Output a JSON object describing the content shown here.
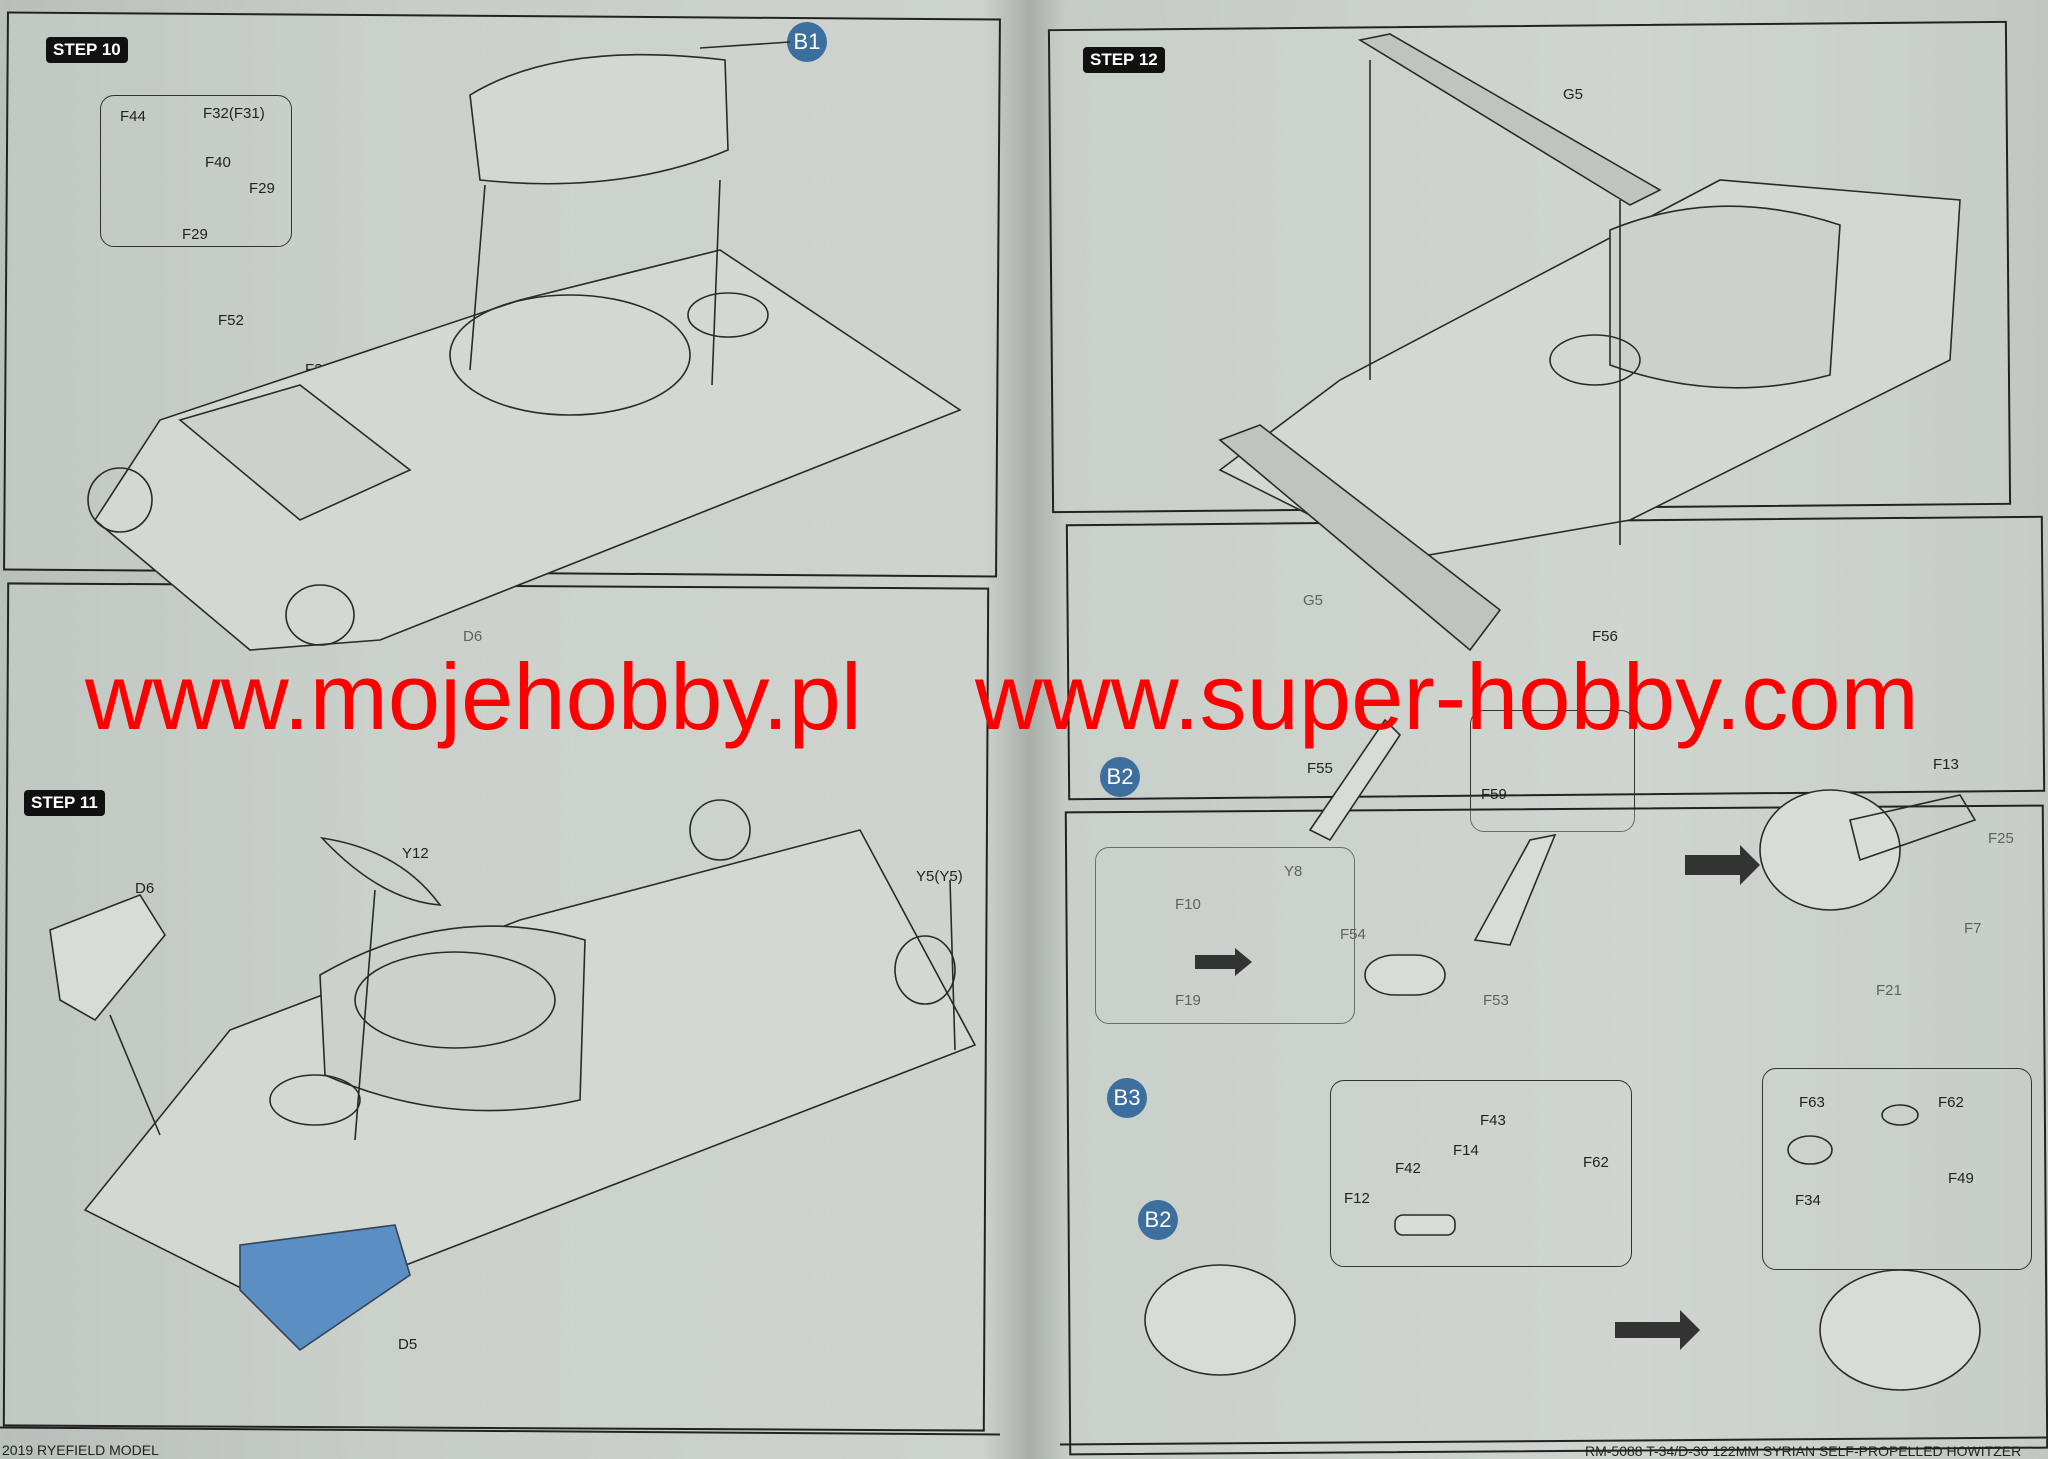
{
  "left_page": {
    "step10": {
      "title": "STEP 10",
      "badge": "B1",
      "labels": [
        "F44",
        "F32(F31)",
        "F40",
        "F29",
        "F29",
        "F52",
        "F24",
        "D6"
      ]
    },
    "step11": {
      "title": "STEP 11",
      "labels": [
        "D6",
        "Y12",
        "Y5(Y5)",
        "D5"
      ]
    },
    "footer": "2019 RYEFIELD MODEL"
  },
  "right_page": {
    "step12": {
      "title": "STEP 12",
      "labels": [
        "G5",
        "G5"
      ]
    },
    "b2_panel": {
      "badge": "B2",
      "labels": [
        "F55",
        "F56",
        "F59",
        "F10",
        "Y8",
        "F19",
        "F54",
        "F53",
        "F13",
        "F25",
        "F7",
        "F21"
      ]
    },
    "b3_panel": {
      "badge": "B3",
      "sub_badge": "B2",
      "labels": [
        "F43",
        "F42",
        "F14",
        "F12",
        "F62",
        "F63",
        "F62",
        "F34",
        "F49"
      ]
    },
    "footer": "RM-5088 T-34/D-30 122MM SYRIAN SELF-PROPELLED HOWITZER"
  },
  "watermark": {
    "text1": "www.mojehobby.pl",
    "text2": "www.super-hobby.com",
    "color": "#ff0000"
  },
  "colors": {
    "badge": "#3c6e9e",
    "highlight_part": "#5b8fc4"
  }
}
